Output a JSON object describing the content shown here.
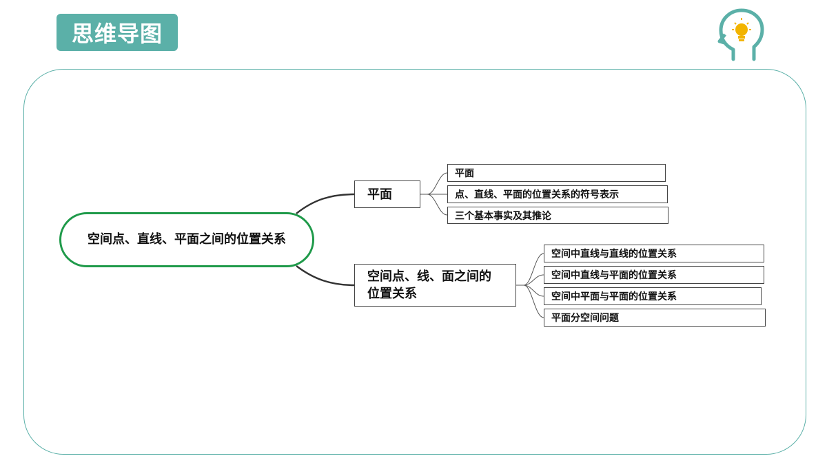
{
  "header": {
    "title": "思维导图",
    "icon": "head-lightbulb-icon",
    "accent_color": "#5bb0a8"
  },
  "mindmap": {
    "root": {
      "label": "空间点、直线、平面之间的位置关系",
      "color": "#1f9a4a"
    },
    "branches": [
      {
        "label": "平面",
        "children": [
          "平面",
          "点、直线、平面的位置关系的符号表示",
          "三个基本事实及其推论"
        ]
      },
      {
        "label": "空间点、线、面之间的位置关系",
        "children": [
          "空间中直线与直线的位置关系",
          "空间中直线与平面的位置关系",
          "空间中平面与平面的位置关系",
          "平面分空间问题"
        ]
      }
    ]
  }
}
